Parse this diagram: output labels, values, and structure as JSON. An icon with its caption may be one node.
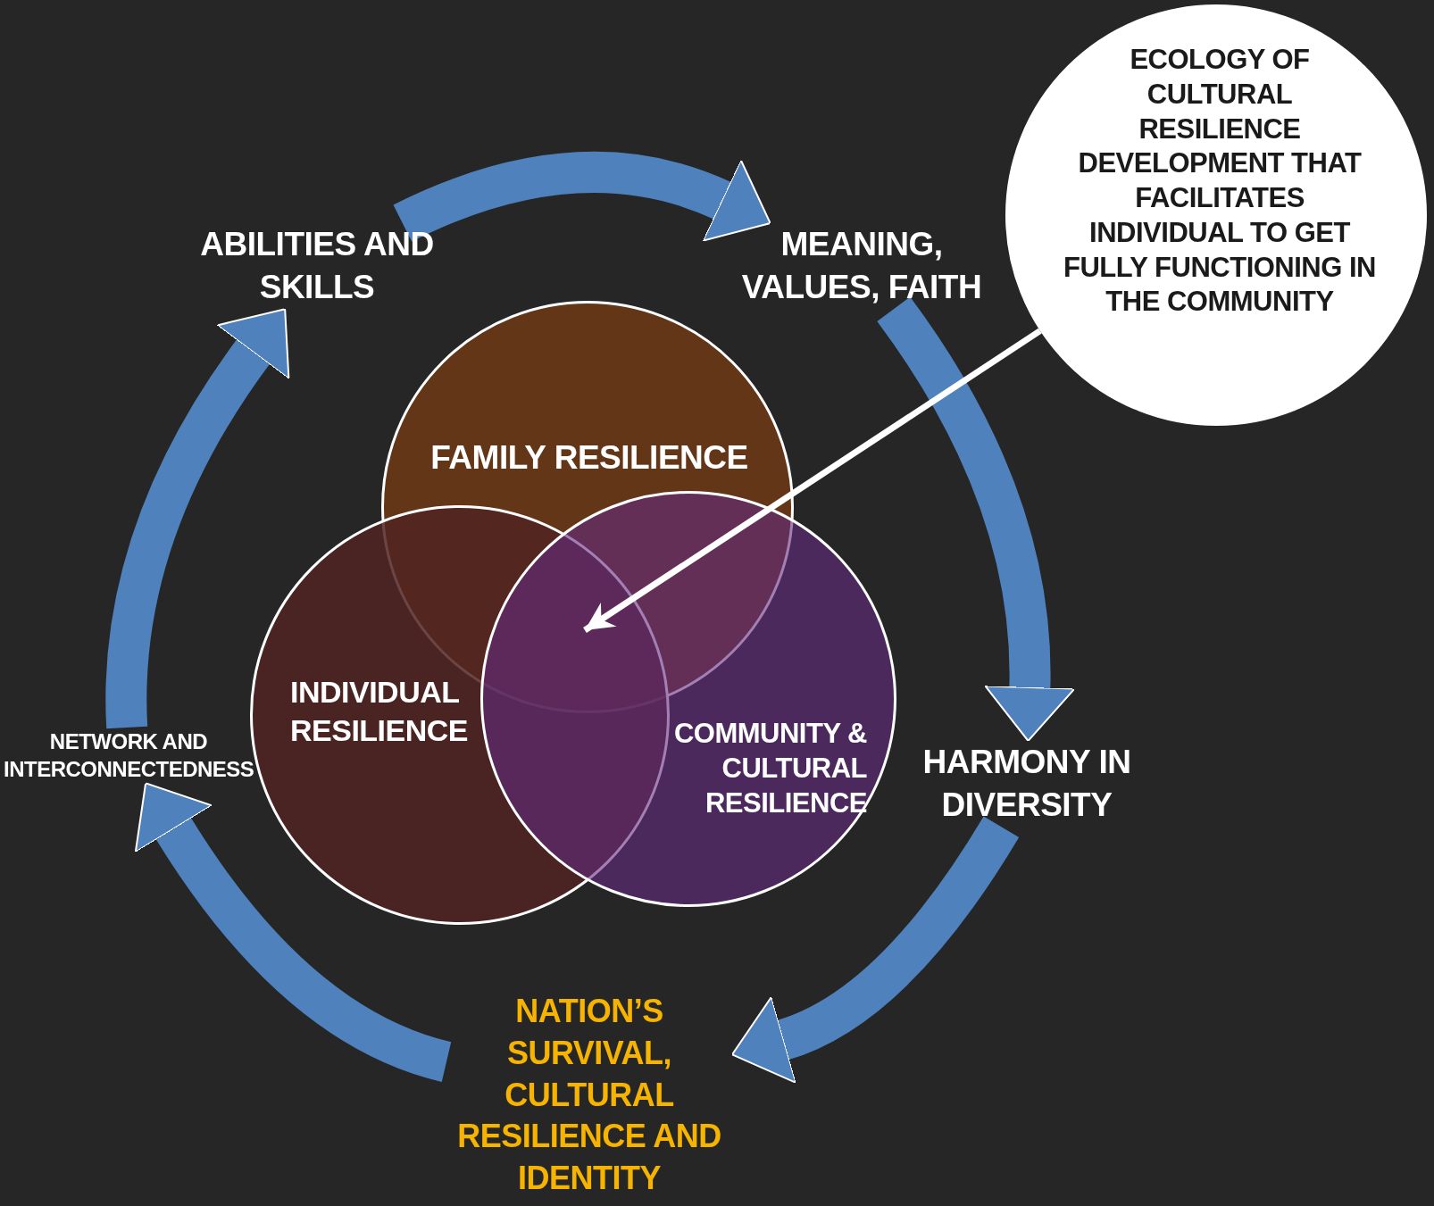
{
  "diagram": {
    "nodes": [
      {
        "text": [
          "ABILITIES AND SKILLS"
        ]
      },
      {
        "text": [
          "MEANING, VALUES, FAITH"
        ]
      },
      {
        "text": [
          "HARMONY IN DIVERSITY"
        ]
      },
      {
        "text": [
          "NATION’S SURVIVAL, CULTURAL RESILIENCE AND IDENTITY"
        ]
      },
      {
        "text": [
          "NETWORK AND INTERCONNECTEDNESS"
        ]
      },
      {
        "text": [
          "FAMILY RESILIENCE"
        ]
      },
      {
        "text": [
          "INDIVIDUAL RESILIENCE"
        ]
      },
      {
        "text": [
          "COMMUNITY & CULTURAL RESILIENCE"
        ]
      },
      {
        "text": [
          "ECOLOGY OF CULTURAL RESILIENCE DEVELOPMENT THAT FACILITATES INDIVIDUAL TO GET FULLY FUNCTIONING IN THE COMMUNITY"
        ]
      }
    ],
    "edges": [
      {
        "from": 0,
        "to": 1,
        "arrow": "to"
      },
      {
        "from": 1,
        "to": 2,
        "arrow": "to"
      },
      {
        "from": 2,
        "to": 3,
        "arrow": "to"
      },
      {
        "from": 3,
        "to": 4,
        "arrow": "to"
      },
      {
        "from": 4,
        "to": 0,
        "arrow": "to"
      },
      {
        "from": 8,
        "to": 5,
        "arrow": "to",
        "color": "#ffffff"
      }
    ]
  }
}
